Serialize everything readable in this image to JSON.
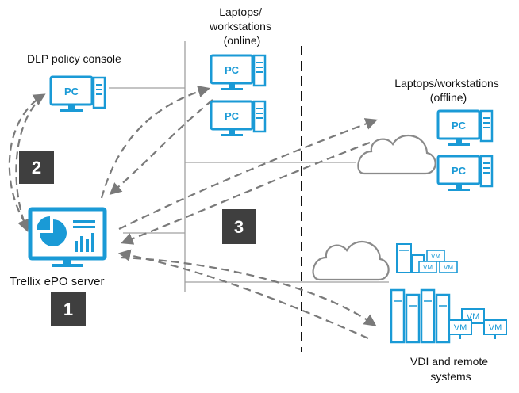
{
  "labels": {
    "online_group": [
      "Laptops/",
      "workstations",
      "(online)"
    ],
    "dlp_console": "DLP policy console",
    "offline_group": [
      "Laptops/workstations",
      "(offline)"
    ],
    "server": "Trellix ePO server",
    "vdi_group": [
      "VDI and remote",
      "systems"
    ]
  },
  "badges": [
    "1",
    "2",
    "3"
  ],
  "icon_text": {
    "pc": "PC",
    "vm": "VM"
  },
  "colors": {
    "accent": "#1a9ad6",
    "line": "#999999",
    "arrow": "#7a7a7a",
    "badge": "#3f3f3f",
    "cloud": "#8a8a8a"
  }
}
